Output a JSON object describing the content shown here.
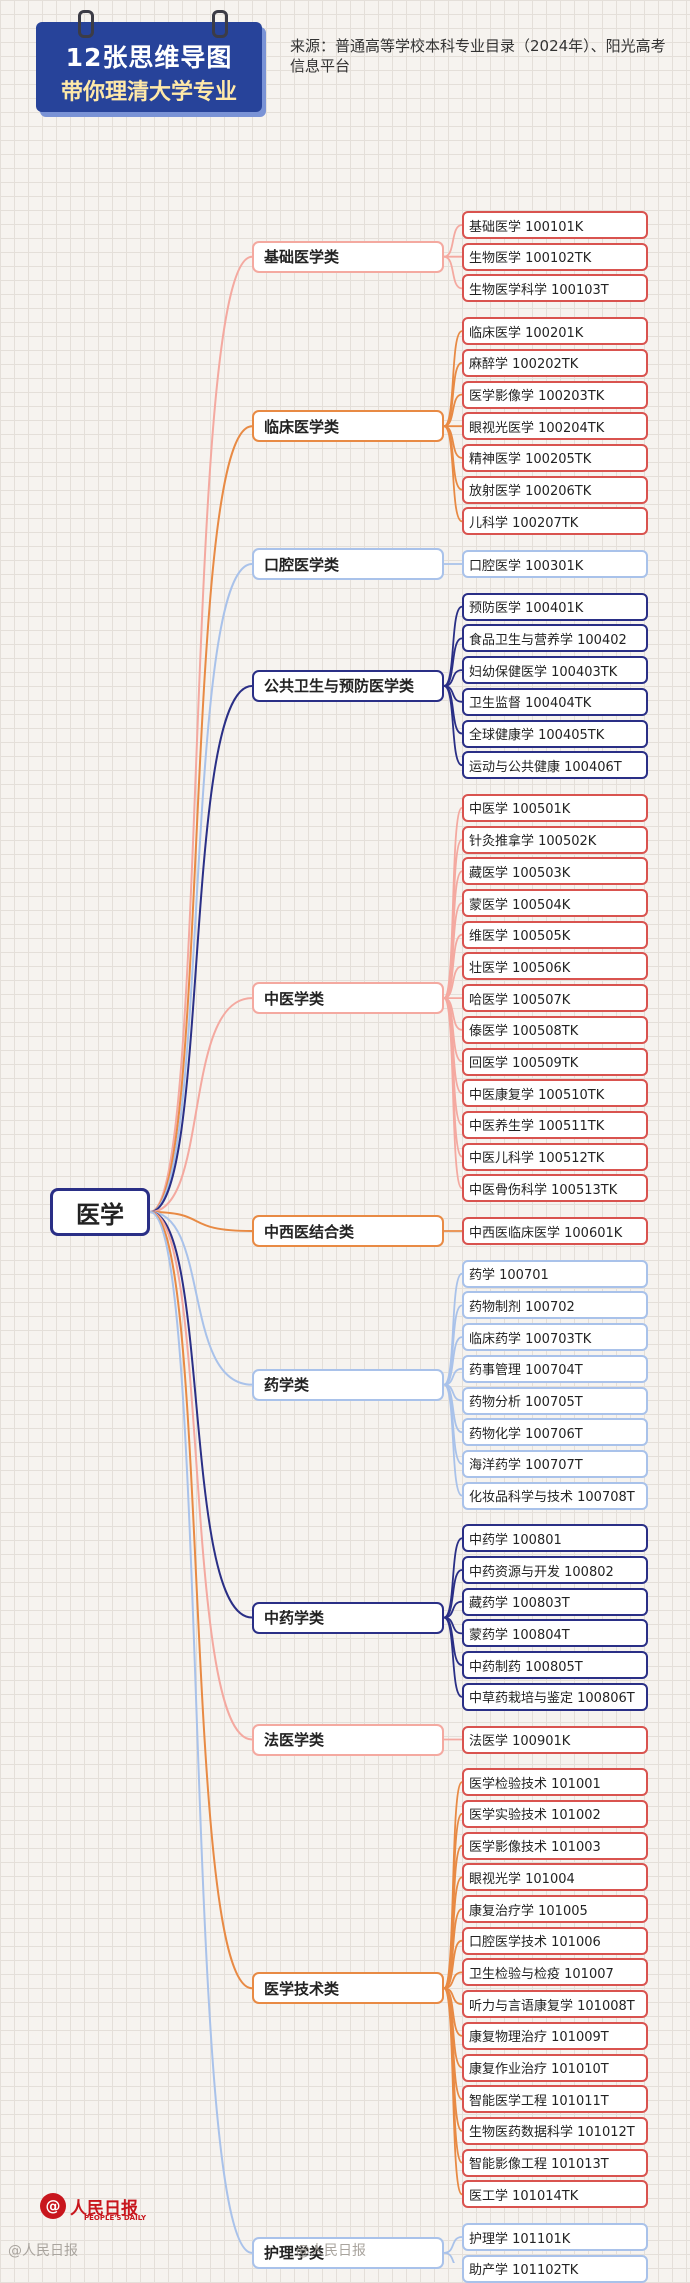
{
  "title": {
    "line1": "12张思维导图",
    "line2": "带你理清大学专业"
  },
  "source": "来源：普通高等学校本科专业目录（2024年）、阳光高考信息平台",
  "root": "医学",
  "colors": {
    "orange": "#e88a44",
    "pink": "#f4a9a0",
    "lightblue": "#a9c2ea",
    "navy": "#2a2f86",
    "red": "#d9534f"
  },
  "categories": [
    {
      "name": "基础医学类",
      "color": "pink",
      "majors": [
        "基础医学 100101K",
        "生物医学 100102TK",
        "生物医学科学 100103T"
      ]
    },
    {
      "name": "临床医学类",
      "color": "orange",
      "majors": [
        "临床医学 100201K",
        "麻醉学 100202TK",
        "医学影像学 100203TK",
        "眼视光医学 100204TK",
        "精神医学 100205TK",
        "放射医学 100206TK",
        "儿科学 100207TK"
      ]
    },
    {
      "name": "口腔医学类",
      "color": "lightblue",
      "majors": [
        "口腔医学 100301K"
      ]
    },
    {
      "name": "公共卫生与预防医学类",
      "color": "navy",
      "majors": [
        "预防医学 100401K",
        "食品卫生与营养学 100402",
        "妇幼保健医学 100403TK",
        "卫生监督 100404TK",
        "全球健康学 100405TK",
        "运动与公共健康 100406T"
      ]
    },
    {
      "name": "中医学类",
      "color": "pink",
      "majors": [
        "中医学 100501K",
        "针灸推拿学 100502K",
        "藏医学 100503K",
        "蒙医学 100504K",
        "维医学 100505K",
        "壮医学 100506K",
        "哈医学 100507K",
        "傣医学 100508TK",
        "回医学 100509TK",
        "中医康复学 100510TK",
        "中医养生学 100511TK",
        "中医儿科学 100512TK",
        "中医骨伤科学 100513TK"
      ]
    },
    {
      "name": "中西医结合类",
      "color": "orange",
      "majors": [
        "中西医临床医学 100601K"
      ]
    },
    {
      "name": "药学类",
      "color": "lightblue",
      "majors": [
        "药学 100701",
        "药物制剂 100702",
        "临床药学 100703TK",
        "药事管理 100704T",
        "药物分析 100705T",
        "药物化学 100706T",
        "海洋药学 100707T",
        "化妆品科学与技术 100708T"
      ]
    },
    {
      "name": "中药学类",
      "color": "navy",
      "majors": [
        "中药学 100801",
        "中药资源与开发 100802",
        "藏药学 100803T",
        "蒙药学 100804T",
        "中药制药 100805T",
        "中草药栽培与鉴定 100806T"
      ]
    },
    {
      "name": "法医学类",
      "color": "pink",
      "majors": [
        "法医学 100901K"
      ]
    },
    {
      "name": "医学技术类",
      "color": "orange",
      "majors": [
        "医学检验技术 101001",
        "医学实验技术 101002",
        "医学影像技术 101003",
        "眼视光学 101004",
        "康复治疗学 101005",
        "口腔医学技术 101006",
        "卫生检验与检疫 101007",
        "听力与言语康复学 101008T",
        "康复物理治疗 101009T",
        "康复作业治疗 101010T",
        "智能医学工程 101011T",
        "生物医药数据科学 101012T",
        "智能影像工程 101013T",
        "医工学 101014TK"
      ]
    },
    {
      "name": "护理学类",
      "color": "lightblue",
      "majors": [
        "护理学 101101K",
        "助产学 101102TK"
      ]
    }
  ],
  "logo": {
    "mark": "@",
    "text": "人民日报",
    "sub": "PEOPLE'S DAILY"
  },
  "watermarks": {
    "left": "@人民日报",
    "center": "@人民日报"
  }
}
